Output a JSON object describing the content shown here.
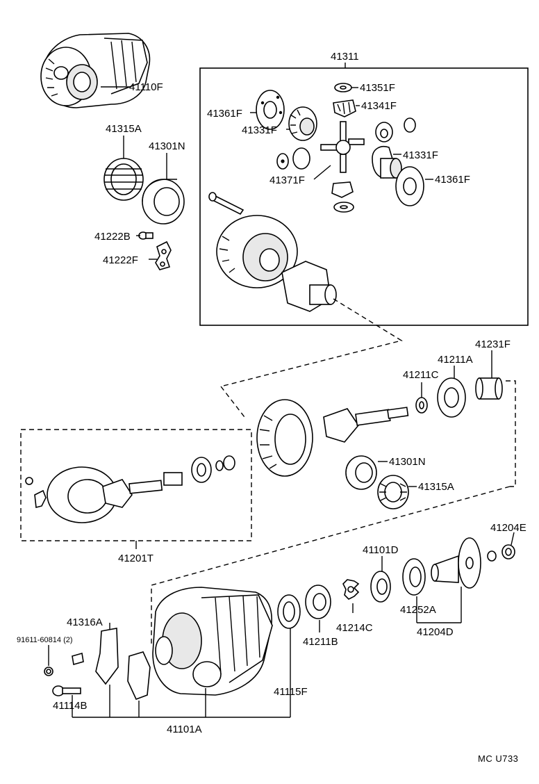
{
  "diagram": {
    "code": "MC  U733",
    "labels": {
      "p41110F": "41110F",
      "p41315A_top": "41315A",
      "p41301N_top": "41301N",
      "p41222B": "41222B",
      "p41222F": "41222F",
      "p41311": "41311",
      "p41351F": "41351F",
      "p41341F": "41341F",
      "p41361F_l": "41361F",
      "p41331F_l": "41331F",
      "p41331F_r": "41331F",
      "p41361F_r": "41361F",
      "p41371F": "41371F",
      "p41231F": "41231F",
      "p41211A": "41211A",
      "p41211C": "41211C",
      "p41301N_mid": "41301N",
      "p41315A_mid": "41315A",
      "p41201T": "41201T",
      "p41204E": "41204E",
      "p41101D": "41101D",
      "p41214C": "41214C",
      "p41211B": "41211B",
      "p41252A": "41252A",
      "p41204D": "41204D",
      "p41115F": "41115F",
      "p41316A": "41316A",
      "p91611": "91611-60814 (2)",
      "p41114B": "41114B",
      "p41101A": "41101A"
    }
  }
}
